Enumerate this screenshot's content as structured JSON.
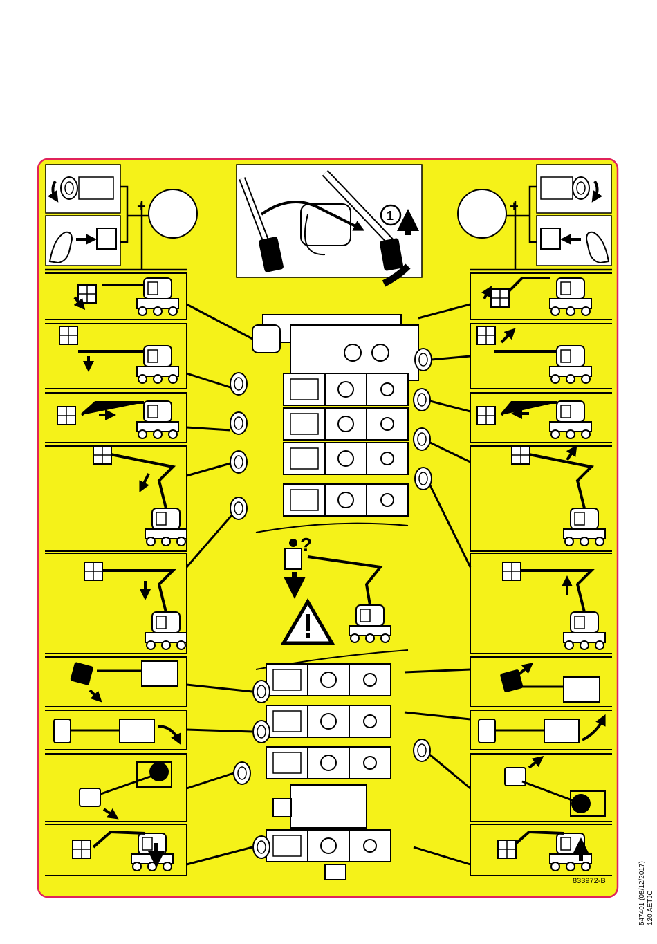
{
  "decal": {
    "part_number": "833972-B",
    "doc_ref_line1": "547401 (08/12/2017)",
    "doc_ref_line2": "120 AETJC",
    "step_number": "1",
    "colors": {
      "background": "#f5f219",
      "border": "#e0235a",
      "ink": "#000000"
    },
    "icons": {
      "top_left_panel": [
        "knob-rotate-icon",
        "finger-press-button-icon"
      ],
      "top_center_panel": "hand-pump-lever-icon",
      "top_right_panel": [
        "knob-rotate-icon",
        "finger-press-button-icon"
      ],
      "center": [
        "operator-question-icon",
        "warning-triangle-icon",
        "boom-lift-icon"
      ],
      "left_panels": [
        "jib-down-icon",
        "boom-lower-icon",
        "boom-retract-icon",
        "upper-boom-lower-icon",
        "lower-boom-lower-icon",
        "platform-rotate-icon",
        "turret-rotate-icon",
        "platform-swing-icon",
        "mast-lower-icon"
      ],
      "right_panels": [
        "jib-up-icon",
        "boom-raise-icon",
        "boom-extend-icon",
        "upper-boom-raise-icon",
        "lower-boom-raise-icon",
        "platform-rotate-icon",
        "turret-rotate-icon",
        "platform-swing-icon",
        "mast-raise-icon"
      ]
    }
  }
}
